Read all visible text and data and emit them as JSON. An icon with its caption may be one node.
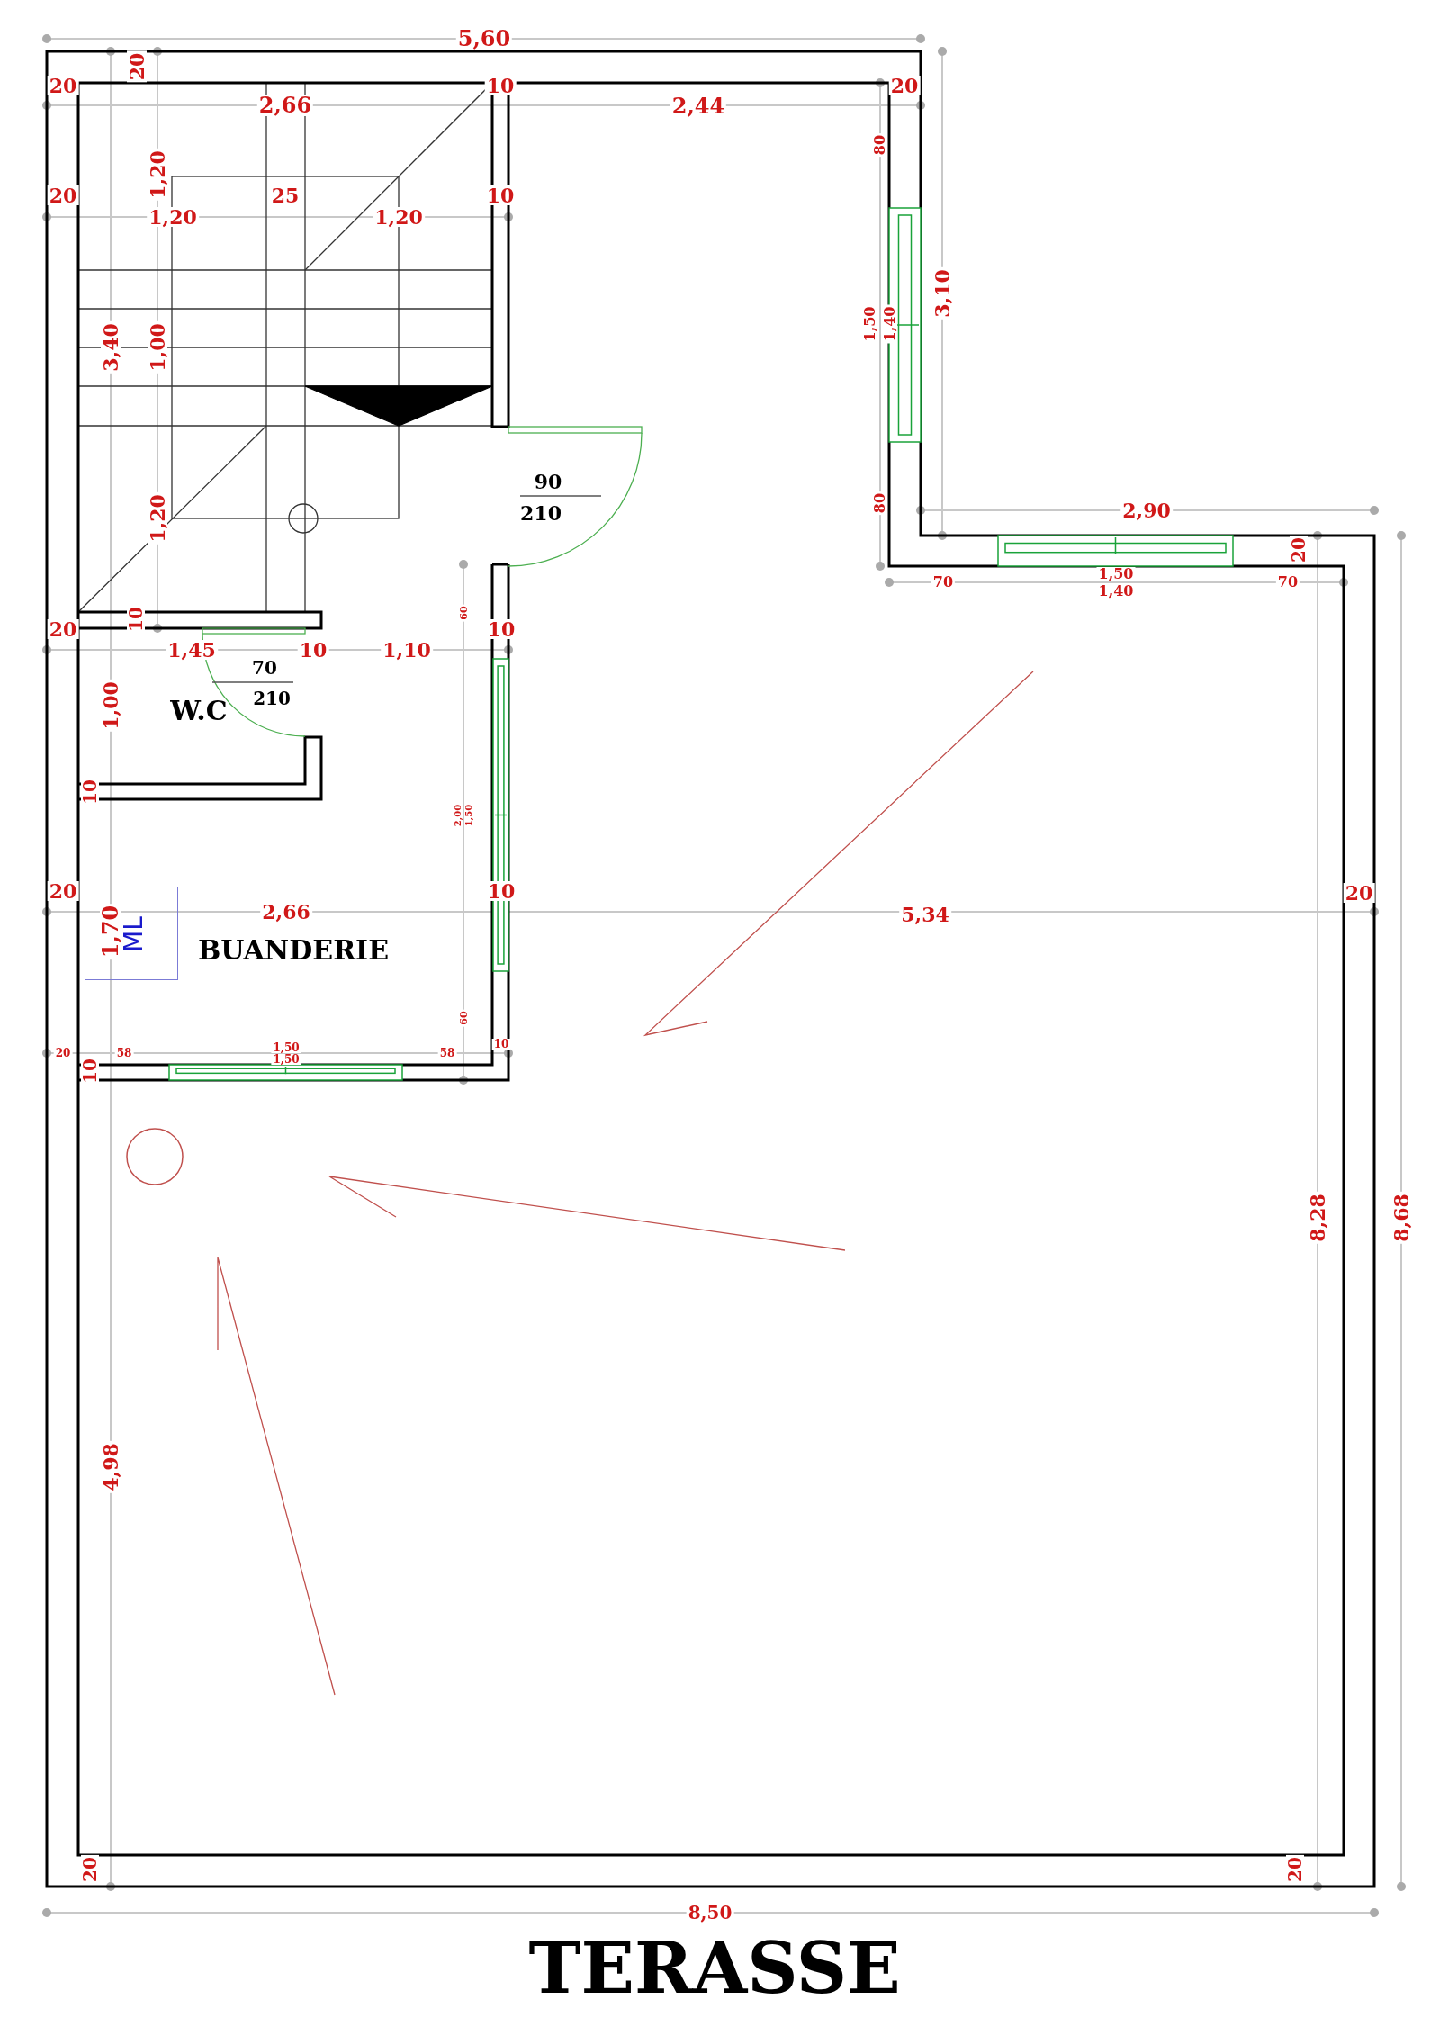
{
  "diagram": {
    "caption": "TERASSE",
    "nodes": [
      {
        "text": [
          "ML"
        ]
      }
    ],
    "edges": [],
    "labels": [
      "5,60",
      "20",
      "20",
      "2,66",
      "10",
      "2,44",
      "20",
      "1,20",
      "20",
      "25",
      "10",
      "1,20",
      "1,20",
      "80",
      "1,50",
      "1,40",
      "3,10",
      "3,40",
      "1,00",
      "90",
      "210",
      "1,20",
      "80",
      "2,90",
      "20",
      "70",
      "1,50",
      "1,40",
      "70",
      "20",
      "10",
      "60",
      "10",
      "1,45",
      "10",
      "1,10",
      "70",
      "210",
      "W.C",
      "1,00",
      "10",
      "2,00",
      "1,50",
      "20",
      "10",
      "2,66",
      "5,34",
      "20",
      "1,70",
      "BUANDERIE",
      "60",
      "20",
      "58",
      "1,50",
      "1,50",
      "58",
      "10",
      "10",
      "8,28",
      "8,68",
      "4,98",
      "20",
      "20",
      "8,50"
    ]
  }
}
